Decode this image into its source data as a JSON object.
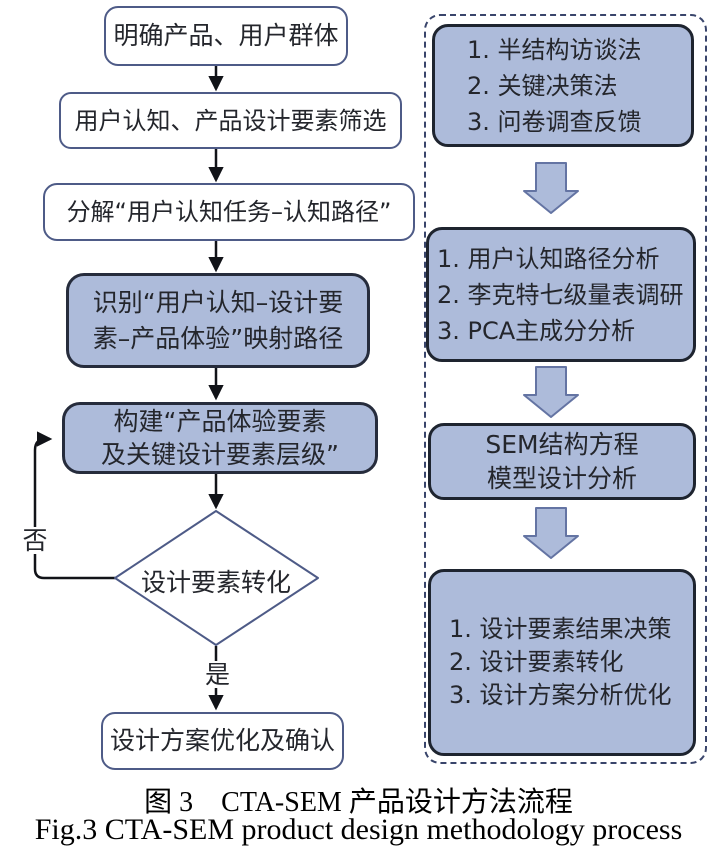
{
  "colors": {
    "node_fill_blue": "#adbbda",
    "node_fill_white": "#ffffff",
    "white_node_border": "#4e5b87",
    "blue_node_border": "#262c3c",
    "right_node_border": "#1e242f",
    "dashed_panel_border": "#39456b",
    "block_arrow_fill": "#adbbda",
    "block_arrow_border": "#6474a3",
    "connector": "#111318",
    "text": "#24262c"
  },
  "flowchart": {
    "left": {
      "steps": [
        {
          "lines": [
            "明确产品、用户群体"
          ]
        },
        {
          "lines": [
            "用户认知、产品设计要素筛选"
          ]
        },
        {
          "lines": [
            "分解“用户认知任务–认知路径”"
          ]
        },
        {
          "lines": [
            "识别“用户认知–设计要",
            "素–产品体验”映射路径"
          ]
        },
        {
          "lines": [
            "构建“产品体验要素",
            "及关键设计要素层级”"
          ]
        }
      ],
      "decision": {
        "label": "设计要素转化",
        "no_label": "否",
        "yes_label": "是"
      },
      "final_step": {
        "lines": [
          "设计方案优化及确认"
        ]
      }
    },
    "right": {
      "boxes": [
        {
          "lines": [
            "1. 半结构访谈法",
            "2. 关键决策法",
            "3. 问卷调查反馈"
          ]
        },
        {
          "lines": [
            "1. 用户认知路径分析",
            "2. 李克特七级量表调研",
            "3. PCA主成分分析"
          ]
        },
        {
          "lines": [
            "SEM结构方程",
            "模型设计分析"
          ]
        },
        {
          "lines": [
            "1. 设计要素结果决策",
            "2. 设计要素转化",
            "3. 设计方案分析优化"
          ]
        }
      ]
    }
  },
  "caption": {
    "zh": "图 3　CTA-SEM 产品设计方法流程",
    "en": "Fig.3 CTA-SEM product design methodology process"
  }
}
